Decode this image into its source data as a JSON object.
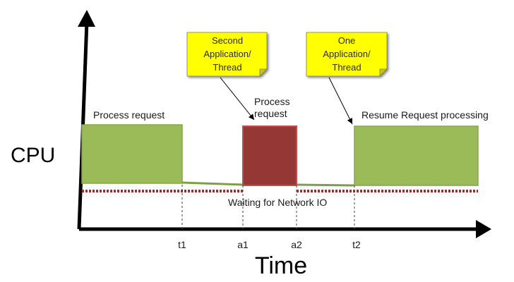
{
  "axes": {
    "y_label": "CPU",
    "x_label": "Time"
  },
  "ticks": [
    "t1",
    "a1",
    "a2",
    "t2"
  ],
  "labels": {
    "process_request_1": "Process request",
    "process_request_2_line1": "Process",
    "process_request_2_line2": "request",
    "resume": "Resume Request processing",
    "waiting": "Waiting for Network IO"
  },
  "notes": {
    "second": [
      "Second",
      "Application/",
      "Thread"
    ],
    "one": [
      "One",
      "Application/",
      "Thread"
    ]
  },
  "colors": {
    "green_block": "#9bbb59",
    "green_border": "#7f9f45",
    "red_block": "#953735",
    "red_border": "#c0504d",
    "dotted_line": "#a52a2a",
    "note_fill": "#ffff00",
    "axis": "#000000"
  }
}
